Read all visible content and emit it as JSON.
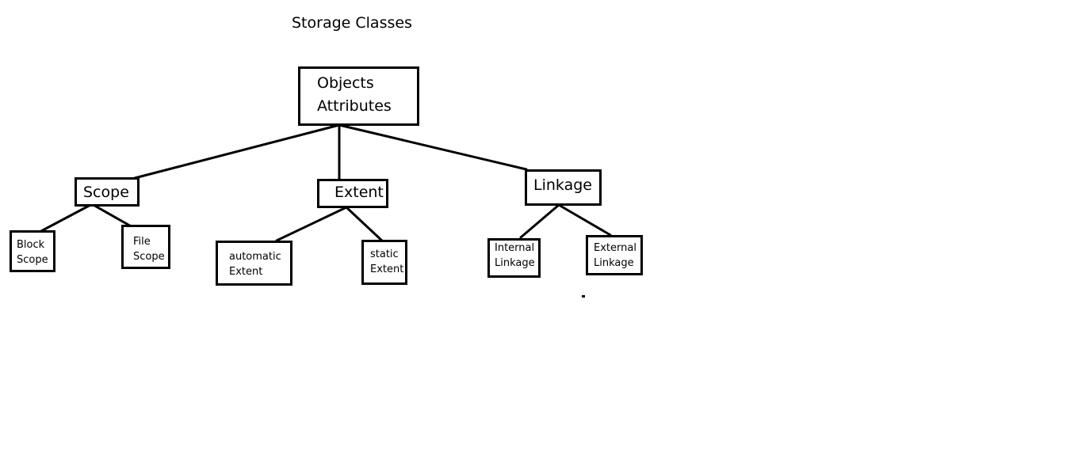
{
  "diagram": {
    "title": "Storage Classes",
    "root": {
      "label": "Objects\nAttributes"
    },
    "categories": [
      {
        "label": "Scope",
        "children": [
          {
            "label": "Block\nScope"
          },
          {
            "label": "File\nScope"
          }
        ]
      },
      {
        "label": "Extent",
        "children": [
          {
            "label": "automatic\nExtent"
          },
          {
            "label": "static\nExtent"
          }
        ]
      },
      {
        "label": "Linkage",
        "children": [
          {
            "label": "Internal\nLinkage"
          },
          {
            "label": "External\nLinkage"
          }
        ]
      }
    ]
  }
}
